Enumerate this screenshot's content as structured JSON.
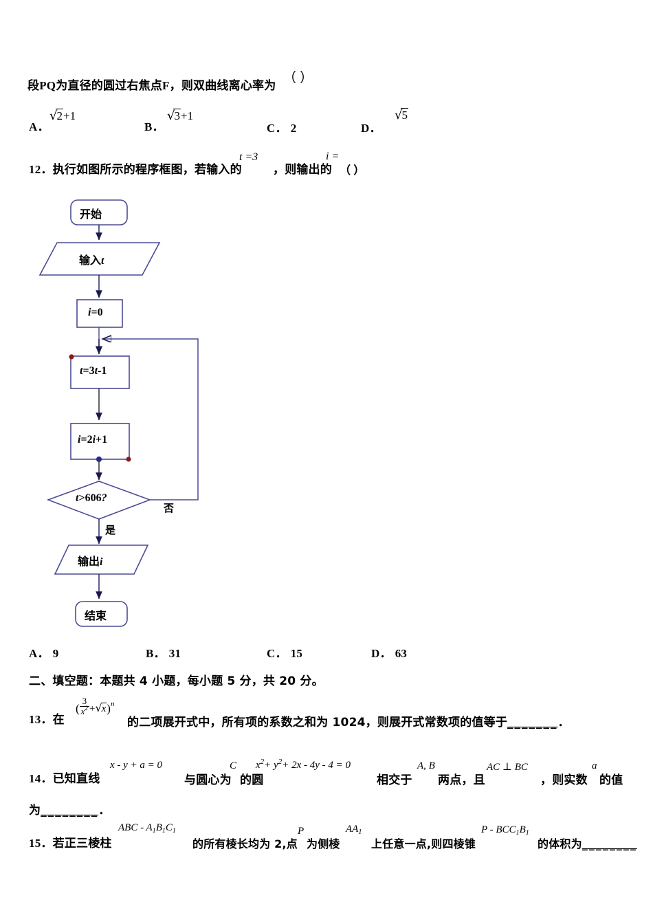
{
  "document": {
    "type": "math-exam-paper",
    "language": "zh-CN"
  },
  "question_11_tail": {
    "stem_prefix": "段",
    "stem_pq": "PQ",
    "stem_mid": "为直径的圆过右焦点",
    "stem_f": "F",
    "stem_suffix": "，则双曲线离心率为",
    "bracket": "（    ）",
    "options": [
      {
        "label": "A．",
        "radicand": "2",
        "tail": "+1"
      },
      {
        "label": "B．",
        "radicand": "3",
        "tail": "+1"
      },
      {
        "label": "C．",
        "plain": "2"
      },
      {
        "label": "D．",
        "radicand": "5",
        "tail": ""
      }
    ]
  },
  "question_12": {
    "number": "12．",
    "text_a": "执行如图所示的程序框图，若输入的",
    "input_expr": "t =3",
    "text_b": "，则输出的",
    "output_expr": "i =",
    "bracket": "（  ）",
    "options": [
      {
        "label": "A．",
        "value": "9"
      },
      {
        "label": "B．",
        "value": "31"
      },
      {
        "label": "C．",
        "value": "15"
      },
      {
        "label": "D．",
        "value": "63"
      }
    ]
  },
  "flowchart": {
    "stroke_color": "#4b4b96",
    "arrow_color": "#1a1a4e",
    "dot_red": "#8b1a1a",
    "dot_blue": "#2a2a8c",
    "nodes": {
      "start": "开始",
      "input": "输入",
      "input_var": "t",
      "init": "i=0",
      "assign_t": "t=3t-1",
      "assign_i": "i=2i+1",
      "decision": "t>606?",
      "output": "输出",
      "output_var": "i",
      "end": "结束"
    },
    "edges": {
      "yes": "是",
      "no": "否"
    }
  },
  "section_two": {
    "heading": "二、填空题：本题共 4 小题，每小题 5 分，共 20 分。"
  },
  "question_13": {
    "number": "13．",
    "text_a": "在",
    "expr_open": "(",
    "frac_num": "3",
    "frac_den_base": "x",
    "frac_den_exp": "2",
    "expr_plus": "+",
    "expr_sqrt": "x",
    "expr_close": ")",
    "expr_exp": "n",
    "text_b": "的二项展开式中，所有项的系数之和为 1024，则展开式常数项的值等于",
    "blank": "_______",
    "period": "．"
  },
  "question_14": {
    "number": "14．",
    "text_a": "已知直线",
    "expr_line": "x - y + a = 0",
    "text_b": "与圆心为",
    "expr_c": "C",
    "text_c": "的圆",
    "expr_circle_a": "x",
    "expr_circle_a_exp": "2",
    "expr_circle_b": "+ y",
    "expr_circle_b_exp": "2",
    "expr_circle_c": "+ 2x - 4y - 4 = 0",
    "text_d": "相交于",
    "expr_ab": "A, B",
    "text_e": "两点，且",
    "expr_perp": "AC ⊥ BC",
    "text_f": "，则实数",
    "expr_a": "a",
    "text_g": "的值",
    "text_h": "为",
    "blank": "________",
    "period": "．"
  },
  "question_15": {
    "number": "15．",
    "text_a": "若正三棱柱",
    "expr_prism_base": "ABC - A",
    "expr_prism_sub1": "1",
    "expr_prism_b": "B",
    "expr_prism_sub2": "1",
    "expr_prism_c": "C",
    "expr_prism_sub3": "1",
    "text_b": "的所有棱长均为 2,点",
    "expr_p": "P",
    "text_c": "为侧棱",
    "expr_aa": "AA",
    "expr_aa_sub": "1",
    "text_d": "上任意一点,则四棱锥",
    "expr_pyr": "P - BCC",
    "expr_pyr_sub1": "1",
    "expr_pyr_b": "B",
    "expr_pyr_sub2": "1",
    "text_e": "的体积为",
    "blank": "________"
  }
}
